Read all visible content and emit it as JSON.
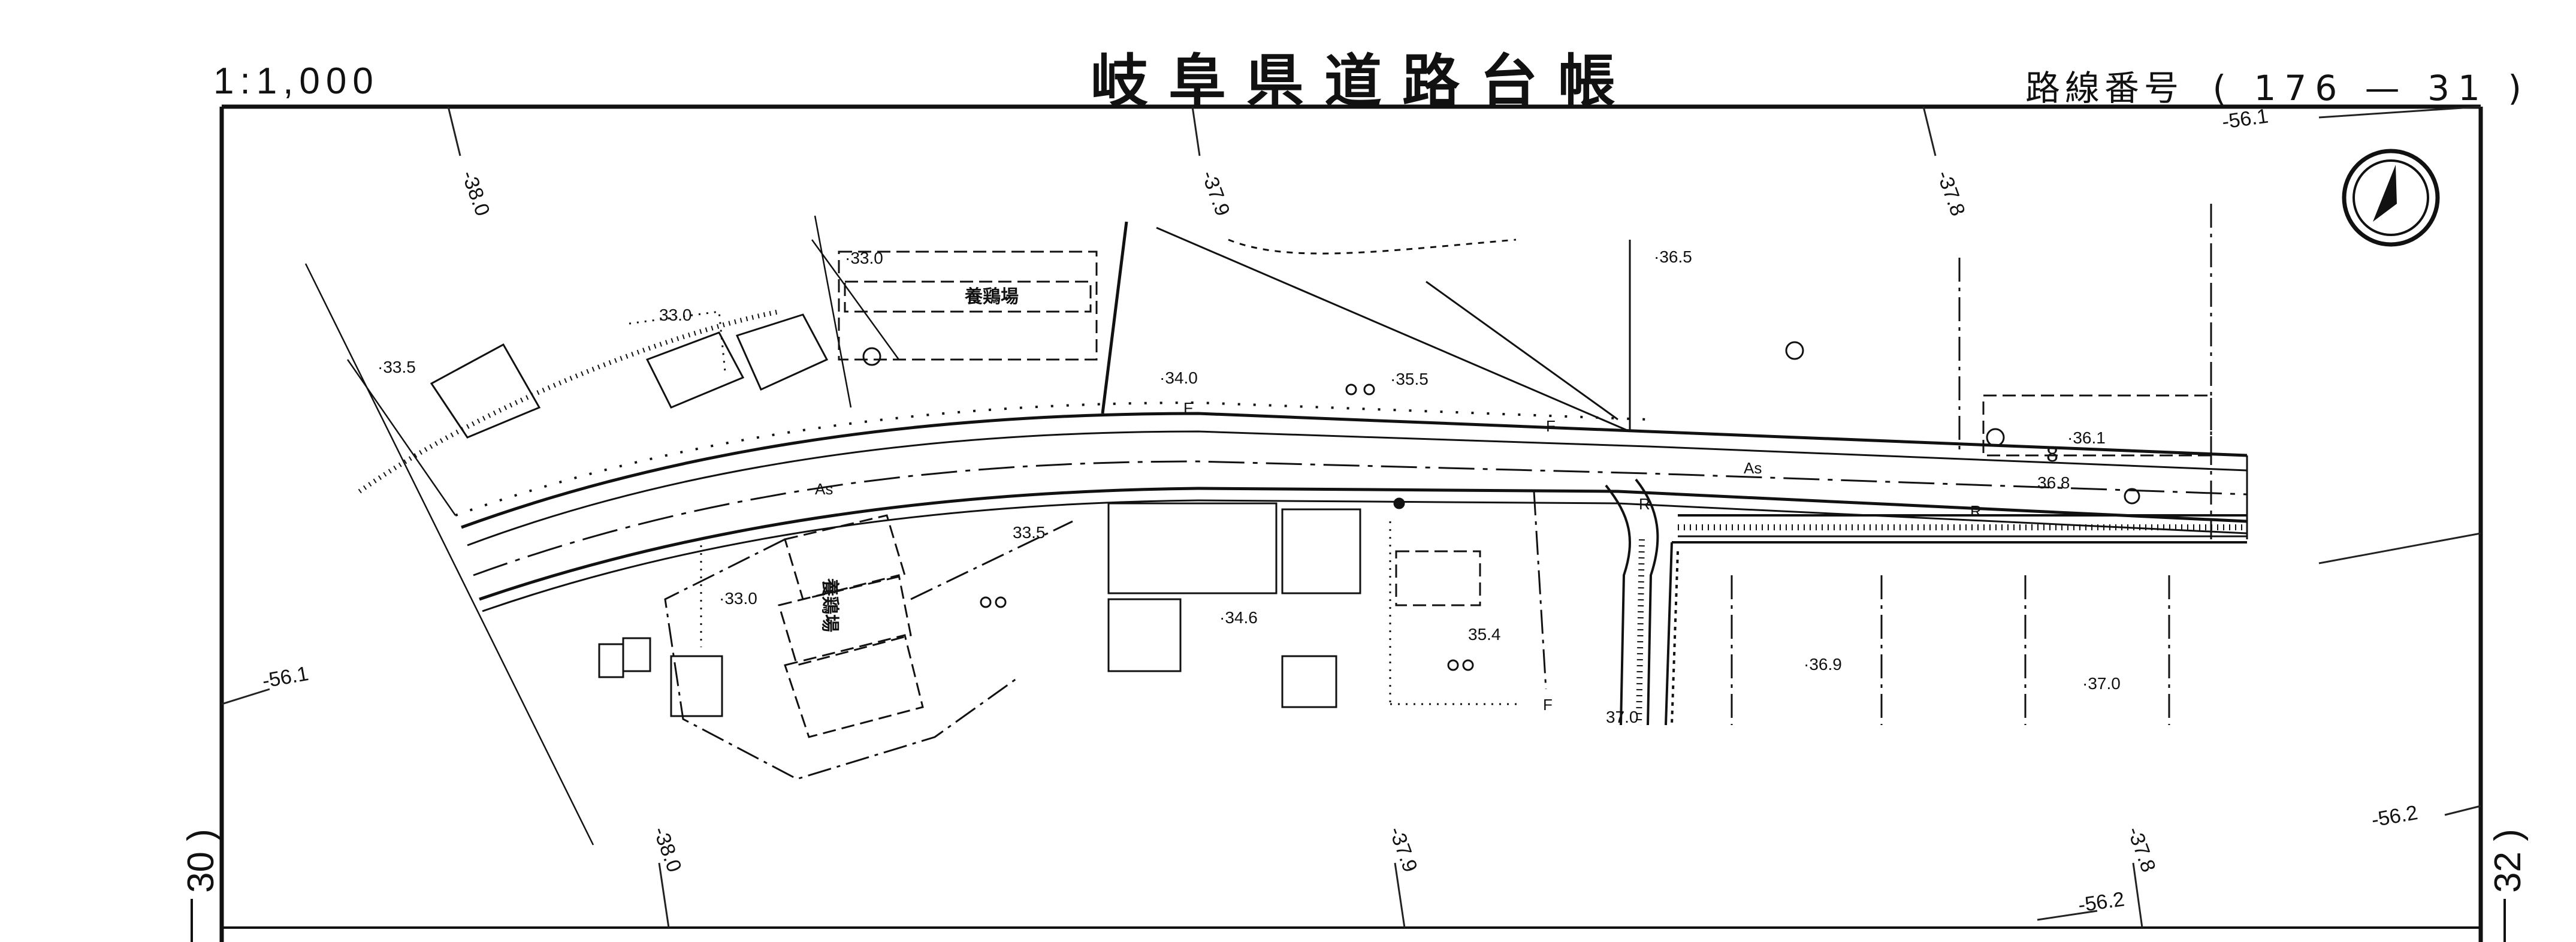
{
  "header": {
    "title": "岐阜県道路台帳",
    "scale": "1:1,000",
    "route_label": "路線番号",
    "route_value": "( 176 — 31 )"
  },
  "sheet_numbers": {
    "left": "30 )",
    "right": "32 )"
  },
  "grid_labels": {
    "top": [
      "-38.0",
      "-37.9",
      "-37.8"
    ],
    "bottom": [
      "-38.0",
      "-37.9",
      "-37.8"
    ],
    "edge": [
      "-56.1",
      "-56.1",
      "-56.2",
      "-56.2"
    ]
  },
  "elevations": {
    "e330a": "·33.0",
    "e330b": "33.0",
    "e335a": "·33.5",
    "e340": "·34.0",
    "e355": "·35.5",
    "e365": "·36.5",
    "e361": "·36.1",
    "e368": "36.8",
    "e335b": "33.5",
    "e330c": "·33.0",
    "e346": "·34.6",
    "e354": "35.4",
    "e370": "37.0",
    "e369": "·36.9",
    "e3700": "·37.0"
  },
  "labels": {
    "poultry_farm_top": "養鶏場",
    "poultry_farm_bottom": "養鶏場",
    "asphalt_left": "As",
    "asphalt_right": "As",
    "surface_R1": "R",
    "surface_R2": "R",
    "surface_F1": "F",
    "surface_F2": "F",
    "surface_F3": "F",
    "road_width_8": "8",
    "north_symbol": "north-arrow"
  }
}
